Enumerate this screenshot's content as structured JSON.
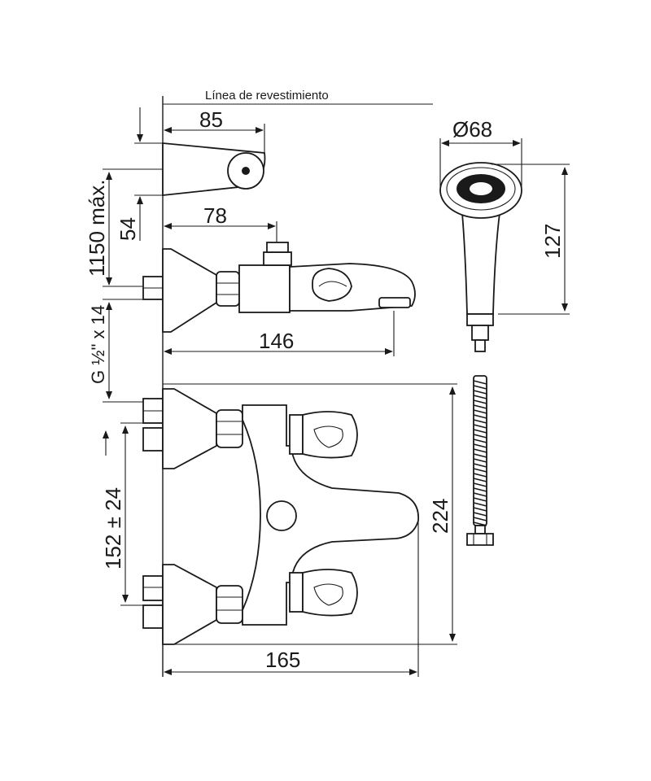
{
  "labels": {
    "cladding_line": "Línea de revestimiento",
    "dim_85": "85",
    "dim_78": "78",
    "dim_146": "146",
    "dim_1150": "1150 máx.",
    "dim_54": "54",
    "dim_thread": "G ½\" x 14",
    "dim_152": "152 ± 24",
    "dim_224": "224",
    "dim_165": "165",
    "dim_diameter_68": "Ø68",
    "dim_127": "127"
  }
}
